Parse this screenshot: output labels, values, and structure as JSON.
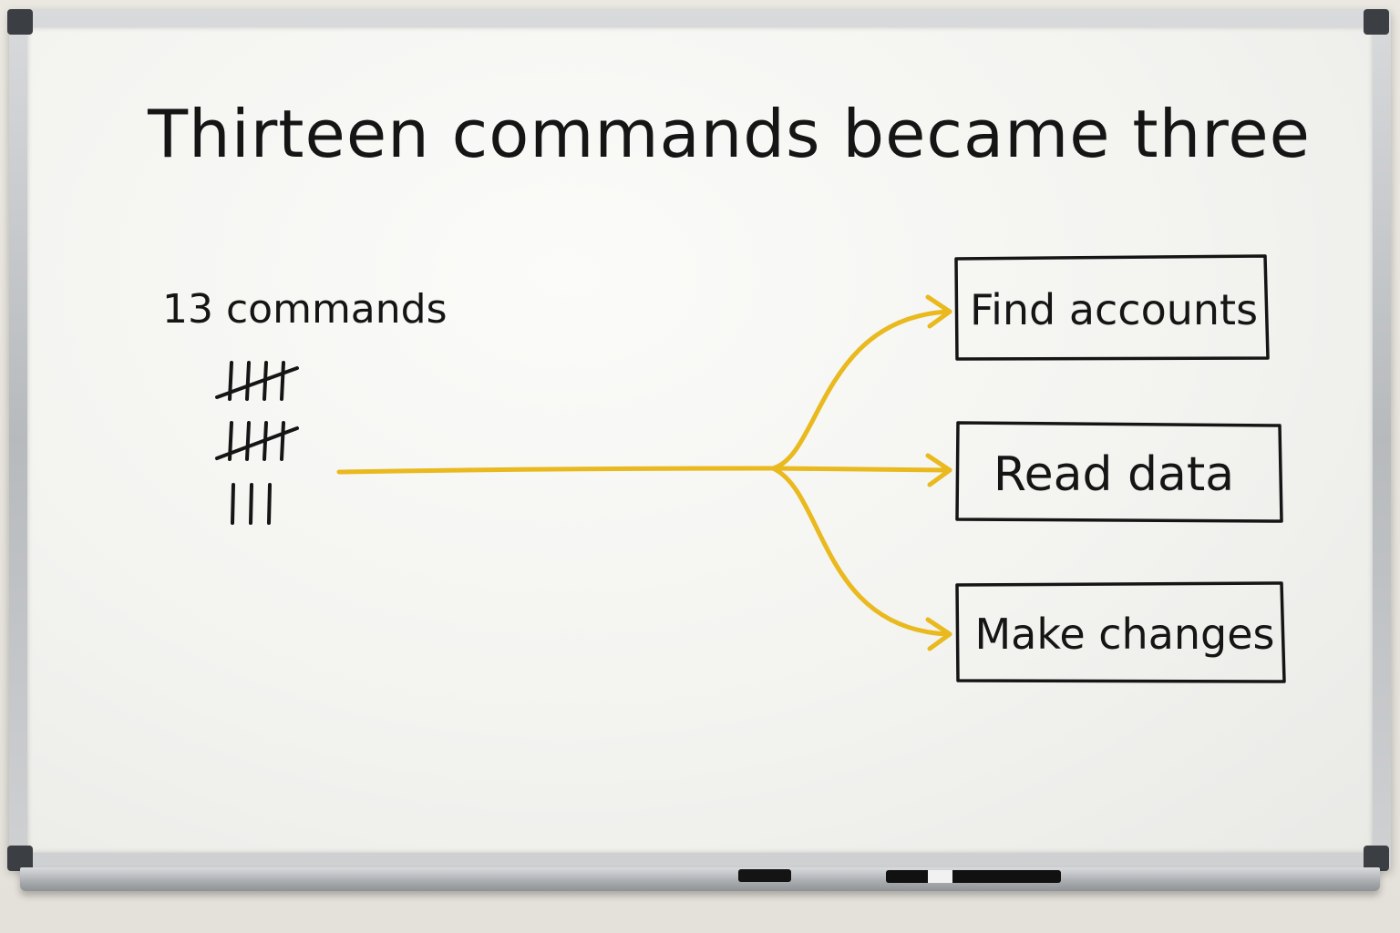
{
  "title": "Thirteen commands became three",
  "source_label": "13 commands",
  "tally": {
    "count": 13
  },
  "targets": [
    "Find accounts",
    "Read data",
    "Make changes"
  ],
  "colors": {
    "ink": "#151515",
    "arrow": "#e9b91e",
    "board": "#f4f4f1",
    "frame": "#b7babd"
  }
}
